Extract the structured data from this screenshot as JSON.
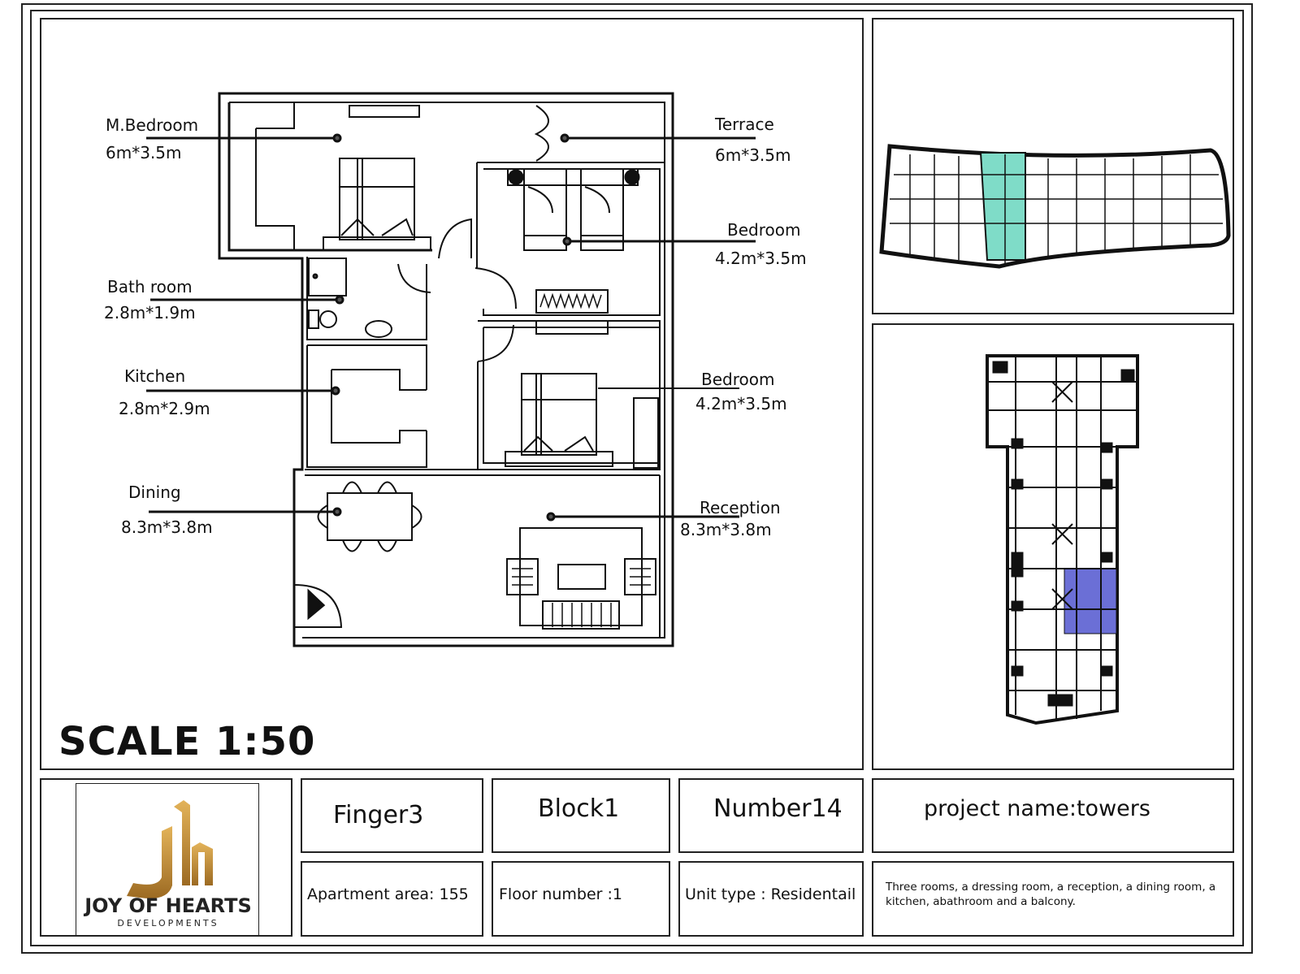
{
  "plan": {
    "scale": "SCALE 1:50",
    "rooms": [
      {
        "name": "M.Bedroom",
        "size": "6m*3.5m"
      },
      {
        "name": "Terrace",
        "size": "6m*3.5m"
      },
      {
        "name": "Bedroom",
        "size": "4.2m*3.5m"
      },
      {
        "name": "Bath room",
        "size": "2.8m*1.9m"
      },
      {
        "name": "Kitchen",
        "size": "2.8m*2.9m"
      },
      {
        "name": "Bedroom",
        "size": "4.2m*3.5m"
      },
      {
        "name": "Dining",
        "size": "8.3m*3.8m"
      },
      {
        "name": "Reception",
        "size": "8.3m*3.8m"
      }
    ]
  },
  "key_plans": {
    "highlight_top": "#7fdcc8",
    "highlight_tower": "#6b6fd6"
  },
  "logo": {
    "name": "JOY OF HEARTS",
    "sub": "DEVELOPMENTS",
    "color": "#c08a2e"
  },
  "info": {
    "finger": "Finger3",
    "block": "Block1",
    "number": "Number14",
    "project": "project name:towers",
    "area": "Apartment area: 155",
    "floor": "Floor number :1",
    "unit_type": "Unit type : Residentail",
    "description": "Three rooms, a dressing room, a reception, a dining room, a kitchen, abathroom and a balcony."
  }
}
